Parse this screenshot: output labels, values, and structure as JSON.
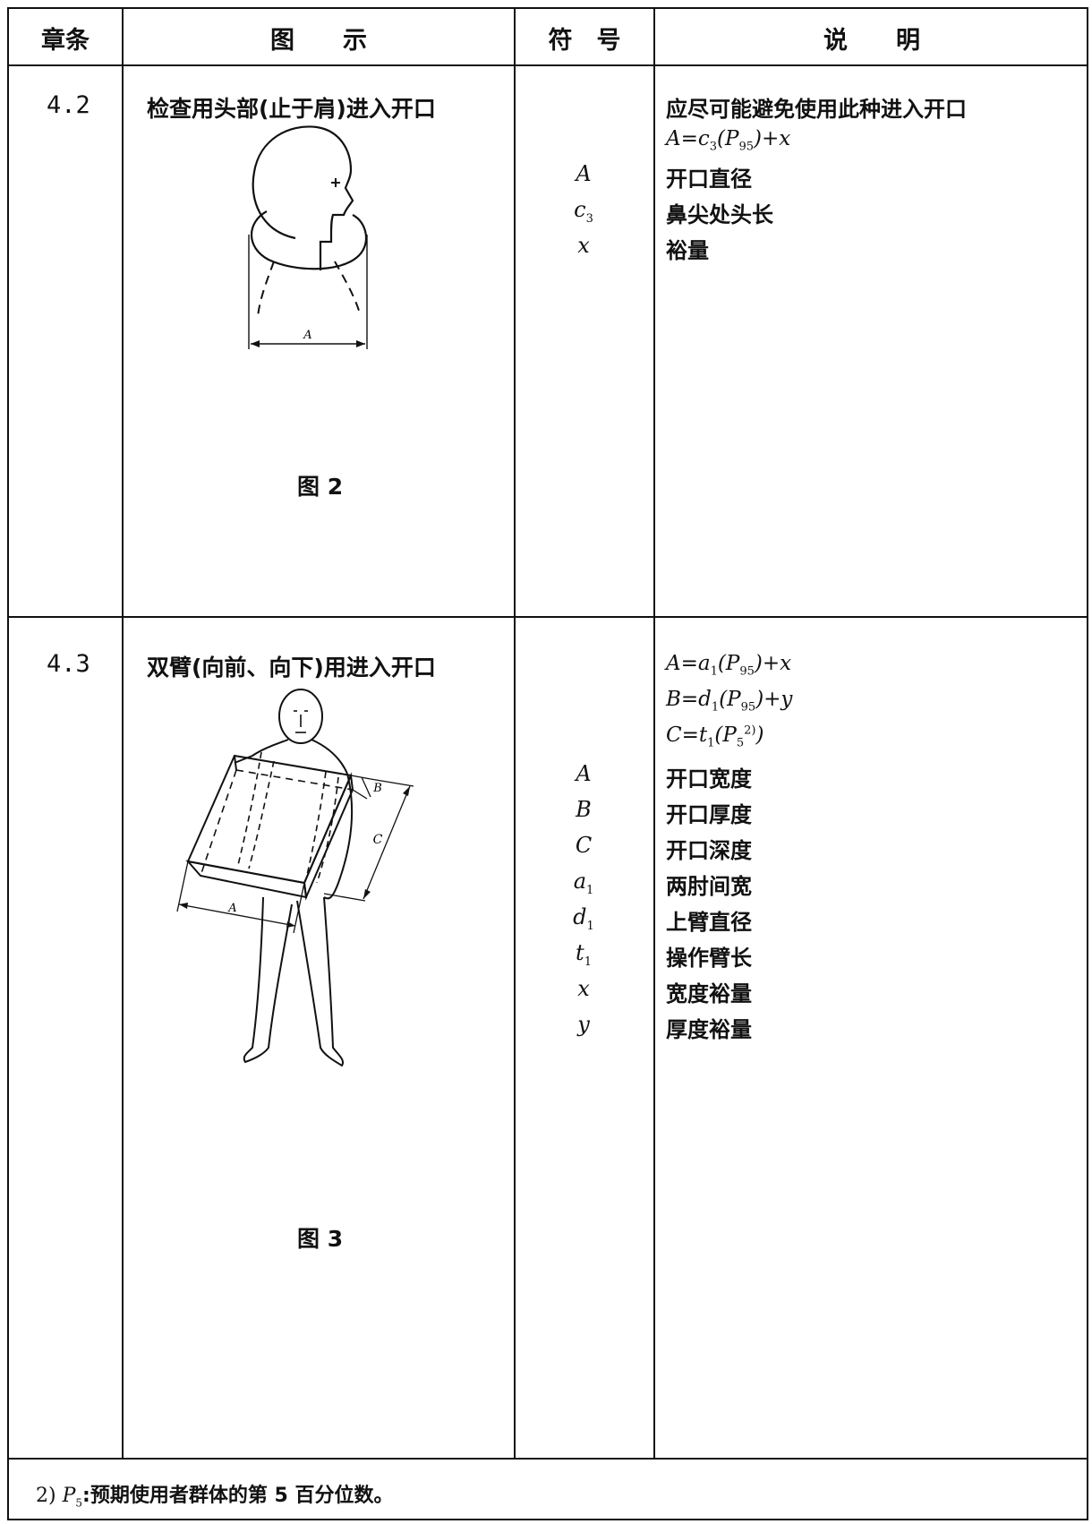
{
  "table": {
    "headers": {
      "clause": "章条",
      "figure": "图　　示",
      "symbol": "符　号",
      "description": "说　　明"
    },
    "rows": [
      {
        "clause": "4.2",
        "title": "检查用头部(止于肩)进入开口",
        "figure_label": "图 2",
        "figure_dim_label": "A",
        "formula_html": "A=c<sub>3</sub>(P<sub>95</sub>)+x",
        "note": "应尽可能避免使用此种进入开口",
        "symbols_html": [
          "A",
          "c<sub>3</sub>",
          "x"
        ],
        "descriptions": [
          "开口直径",
          "鼻尖处头长",
          "裕量"
        ]
      },
      {
        "clause": "4.3",
        "title": "双臂(向前、向下)用进入开口",
        "figure_label": "图 3",
        "figure_dim_labels": [
          "A",
          "B",
          "C"
        ],
        "formulas_html": [
          "A=a<sub>1</sub>(P<sub>95</sub>)+x",
          "B=d<sub>1</sub>(P<sub>95</sub>)+y",
          "C=t<sub>1</sub>(P<sub>5</sub><sup>2)</sup>)"
        ],
        "symbols_html": [
          "A",
          "B",
          "C",
          "a<sub>1</sub>",
          "d<sub>1</sub>",
          "t<sub>1</sub>",
          "x",
          "y"
        ],
        "descriptions": [
          "开口宽度",
          "开口厚度",
          "开口深度",
          "两肘间宽",
          "上臂直径",
          "操作臂长",
          "宽度裕量",
          "厚度裕量"
        ]
      }
    ]
  },
  "footnote": {
    "number": "2)",
    "symbol": "P",
    "symbol_sub": "5",
    "text": "预期使用者群体的第 5 百分位数。"
  }
}
